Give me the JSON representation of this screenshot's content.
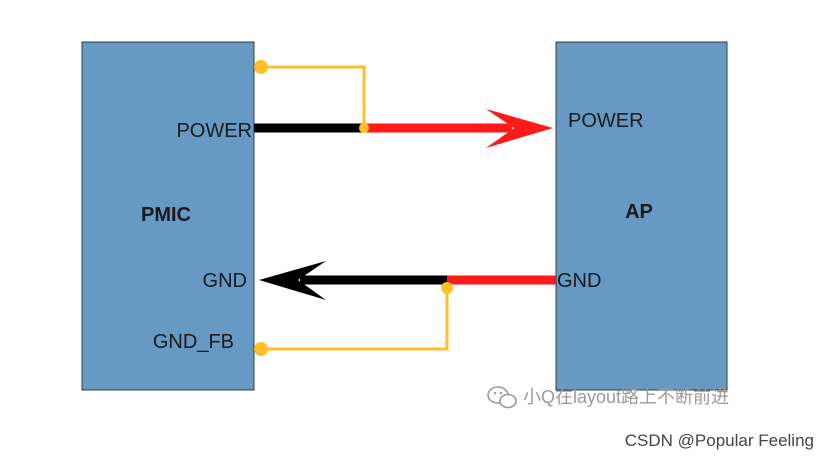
{
  "diagram": {
    "left_block": {
      "title": "PMIC",
      "pins": {
        "power": "POWER",
        "gnd": "GND",
        "gnd_fb": "GND_FB"
      }
    },
    "right_block": {
      "title": "AP",
      "pins": {
        "power": "POWER",
        "gnd": "GND"
      }
    },
    "colors": {
      "block_fill": "#6699c4",
      "block_stroke": "#3b3b3b",
      "wire_black": "#000000",
      "wire_red": "#ff1a1a",
      "sense_wire": "#ffbf26"
    }
  },
  "watermark": {
    "icon": "wechat-icon",
    "text": "小Q在layout路上不断前进"
  },
  "credit": "CSDN @Popular Feeling"
}
